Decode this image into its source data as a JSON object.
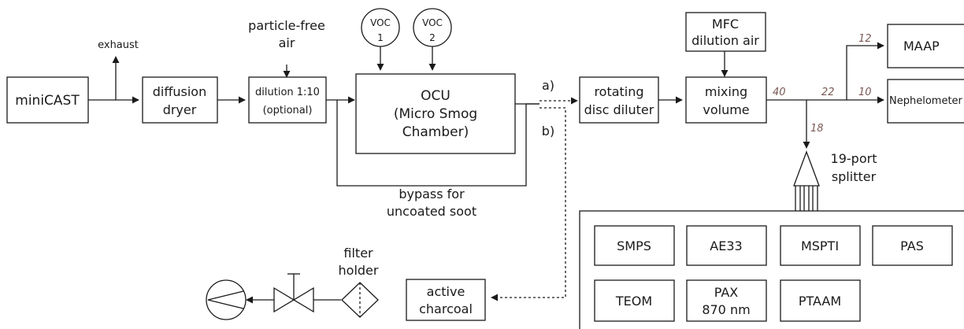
{
  "colors": {
    "stroke": "#1a1a1a",
    "flow_rate_text": "#7a5a55",
    "background": "#ffffff"
  },
  "nodes": {
    "minicast": "miniCAST",
    "exhaust": "exhaust",
    "diffusion_dryer": [
      "diffusion",
      "dryer"
    ],
    "particle_free_air": [
      "particle-free",
      "air"
    ],
    "dilution": [
      "dilution 1:10",
      "(optional)"
    ],
    "voc1": [
      "VOC",
      "1"
    ],
    "voc2": [
      "VOC",
      "2"
    ],
    "ocu": [
      "OCU",
      "(Micro Smog",
      "Chamber)"
    ],
    "path_a": "a)",
    "path_b": "b)",
    "bypass": [
      "bypass for",
      "uncoated soot"
    ],
    "rotating_disc_diluter": [
      "rotating",
      "disc diluter"
    ],
    "mfc_dilution_air": [
      "MFC",
      "dilution air"
    ],
    "mixing_volume": [
      "mixing",
      "volume"
    ],
    "maap": "MAAP",
    "nephelometer": "Nephelometer",
    "splitter": [
      "19-port",
      "splitter"
    ],
    "active_charcoal": [
      "active",
      "charcoal"
    ],
    "filter_holder": [
      "filter",
      "holder"
    ],
    "pump_icon": "pump-icon",
    "valve_icon": "valve-icon",
    "filter_icon": "filter-icon"
  },
  "flow_rates": {
    "mixing_out": "40",
    "main_line": "22",
    "maap": "12",
    "nephelometer": "10",
    "splitter": "18"
  },
  "instruments": [
    "SMPS",
    "AE33",
    "MSPTI",
    "PAS",
    "TEOM",
    [
      "PAX",
      "870 nm"
    ],
    "PTAAM"
  ]
}
